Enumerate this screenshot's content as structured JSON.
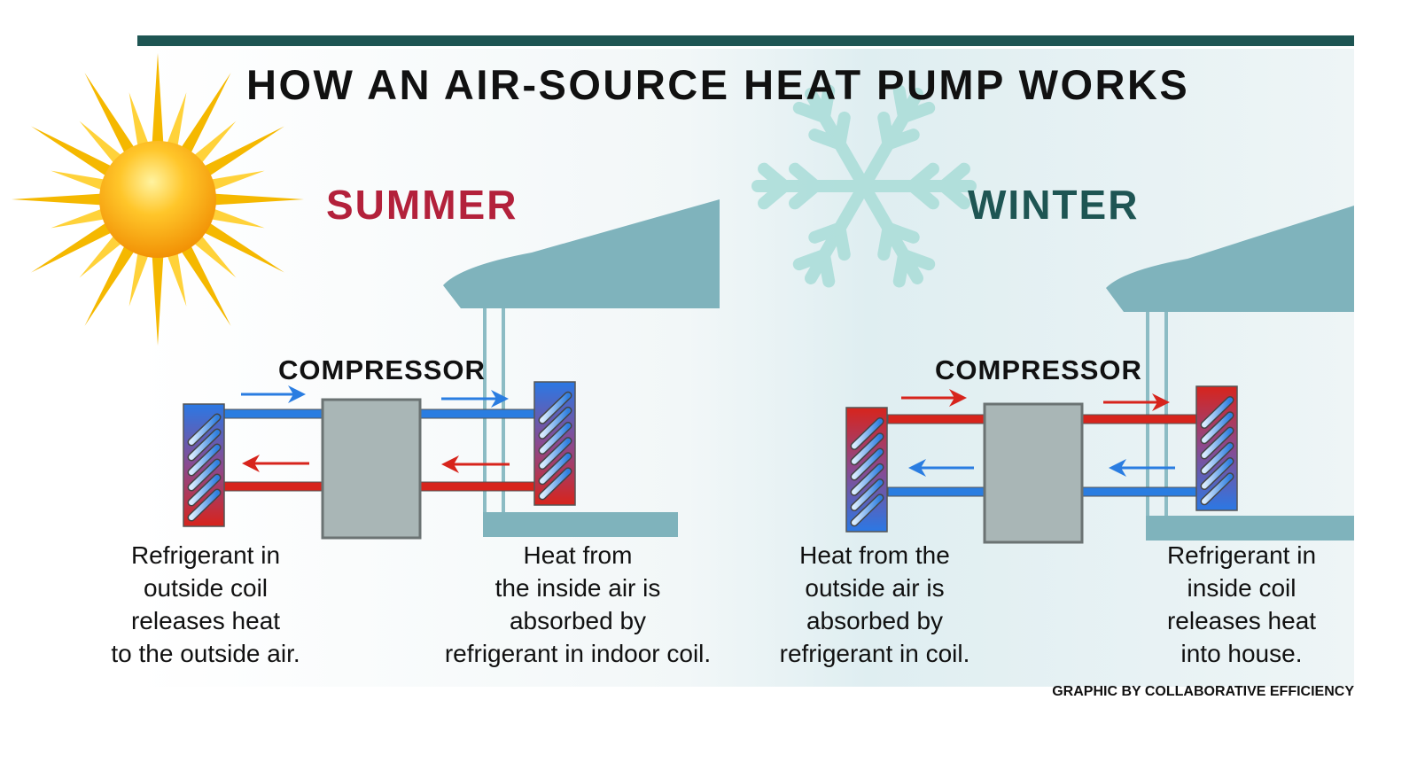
{
  "title": "HOW AN AIR-SOURCE HEAT PUMP WORKS",
  "summer": {
    "label": "SUMMER",
    "compressor_label": "COMPRESSOR",
    "caption_left": [
      "Refrigerant in",
      "outside coil",
      "releases heat",
      "to the outside air."
    ],
    "caption_right": [
      "Heat from",
      "the inside air is",
      "absorbed by",
      "refrigerant in indoor coil."
    ]
  },
  "winter": {
    "label": "WINTER",
    "compressor_label": "COMPRESSOR",
    "caption_left": [
      "Heat from the",
      "outside air is",
      "absorbed by",
      "refrigerant in coil."
    ],
    "caption_right": [
      "Refrigerant in",
      "inside coil",
      "releases heat",
      "into house."
    ]
  },
  "credit": "GRAPHIC BY COLLABORATIVE EFFICIENCY",
  "colors": {
    "hot": "#d7241c",
    "cold": "#2a7de1",
    "accent": "#1e5553",
    "summer": "#b3213b",
    "house": "#7fb3bc"
  }
}
